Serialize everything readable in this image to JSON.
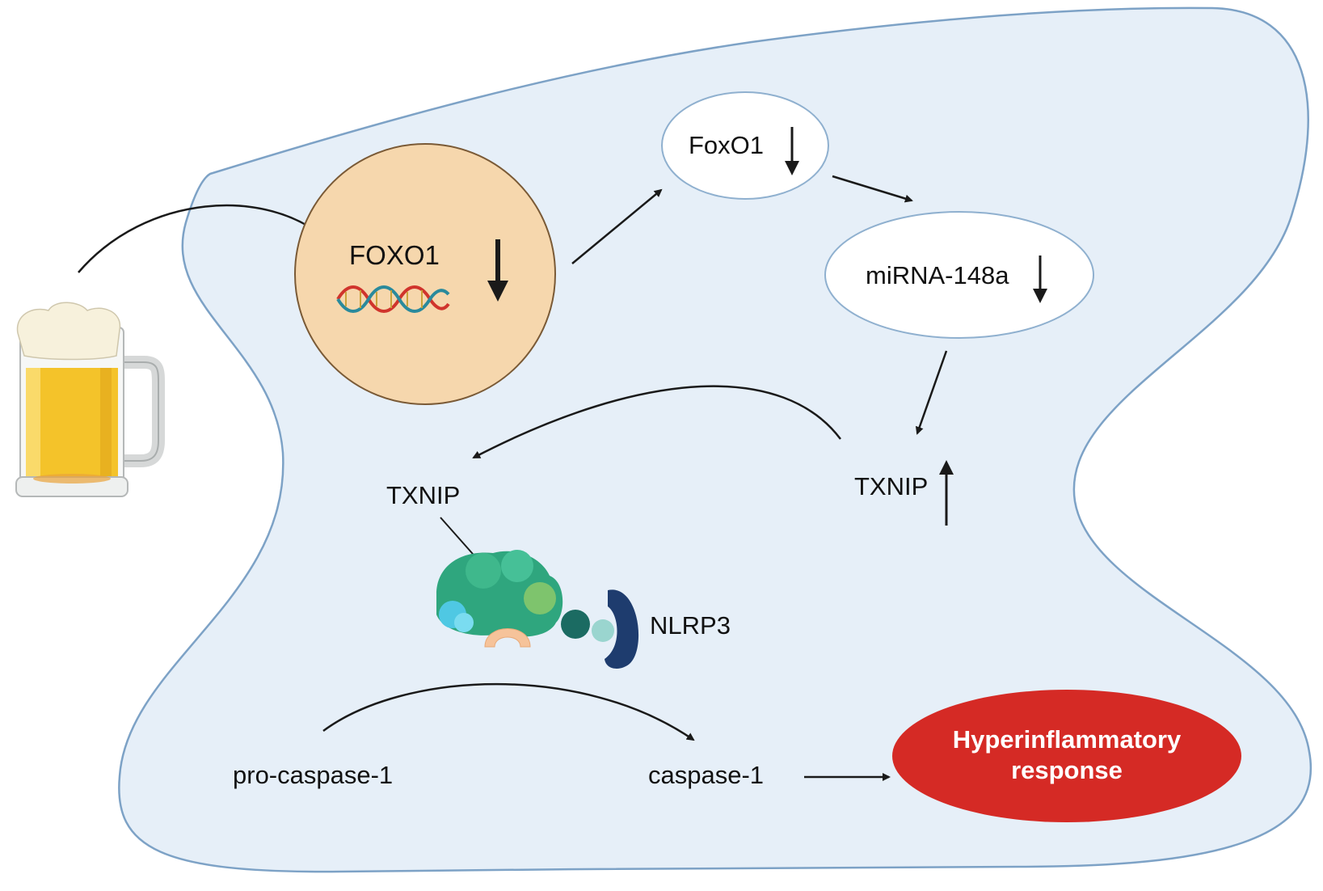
{
  "labels": {
    "nucleus_gene": "FOXO1",
    "foxo1_protein": "FoxO1",
    "mirna": "miRNA-148a",
    "txnip_right": "TXNIP",
    "txnip_left": "TXNIP",
    "nlrp3": "NLRP3",
    "pro_caspase": "pro-caspase-1",
    "caspase": "caspase-1",
    "response_line1": "Hyperinflammatory",
    "response_line2": "response"
  },
  "colors": {
    "cell_fill": "#e6eff8",
    "cell_stroke": "#7da2c6",
    "nucleus_fill": "#f6d7ad",
    "nucleus_stroke": "#7a5a36",
    "response_fill": "#d52a25",
    "arrow": "#1a1a1a",
    "beer": "#f4c32a",
    "foam": "#f7f1dc"
  },
  "icons": [
    "beer-mug-icon",
    "dna-icon",
    "nlrp3-inflammasome-icon"
  ]
}
